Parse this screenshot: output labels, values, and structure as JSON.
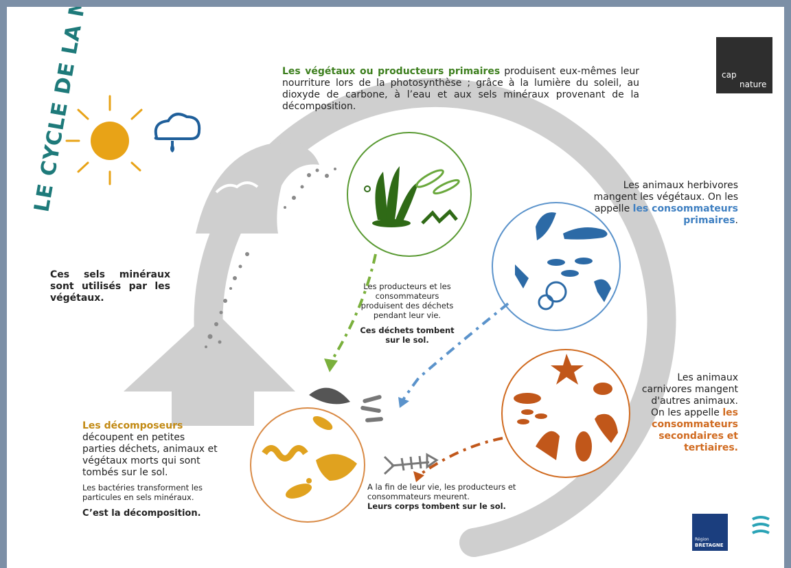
{
  "title": "LE CYCLE DE LA MATIÈRE",
  "logo": {
    "line1": "cap",
    "line2": "nature"
  },
  "producers": {
    "highlight": "Les végétaux ou producteurs primaires",
    "rest": " produisent eux-mêmes leur nourriture lors de la photosynthèse ; grâce à la lumière du soleil, au dioxyde de carbone, à l’eau et aux sels minéraux provenant de la décomposition."
  },
  "herbivores": {
    "text": "Les animaux herbivores mangent les végétaux. On les appelle ",
    "highlight": "les consommateurs primaires",
    "end": "."
  },
  "carnivores": {
    "text": "Les animaux carnivores mangent d'autres animaux. On les appelle ",
    "highlight": "les consommateurs secondaires et tertiaires."
  },
  "mineral_salts": "Ces sels minéraux sont utilisés par les végétaux.",
  "waste": {
    "text": "Les producteurs et les consommateurs produisent des déchets pendant leur vie.",
    "bold": "Ces déchets tombent sur le sol."
  },
  "death": {
    "text": "A la fin de leur vie, les producteurs et consommateurs meurent.",
    "bold": "Leurs corps tombent sur le sol."
  },
  "decomposers": {
    "highlight": "Les décomposeurs",
    "text": "découpent en petites parties déchets, animaux et végétaux morts qui sont tombés sur le sol.",
    "small": "Les bactéries transforment les particules en sels minéraux.",
    "bold": "C’est la décomposition."
  },
  "partner_logo": {
    "line1": "Région",
    "line2": "BRETAGNE"
  },
  "colors": {
    "green": "#3d7f1e",
    "blue": "#3e7fc1",
    "orange": "#d06a1f",
    "gold": "#c28a14",
    "teal": "#1e7a7a",
    "cycle_gray": "#cfcfcf",
    "frame": "#7c8fa6"
  }
}
